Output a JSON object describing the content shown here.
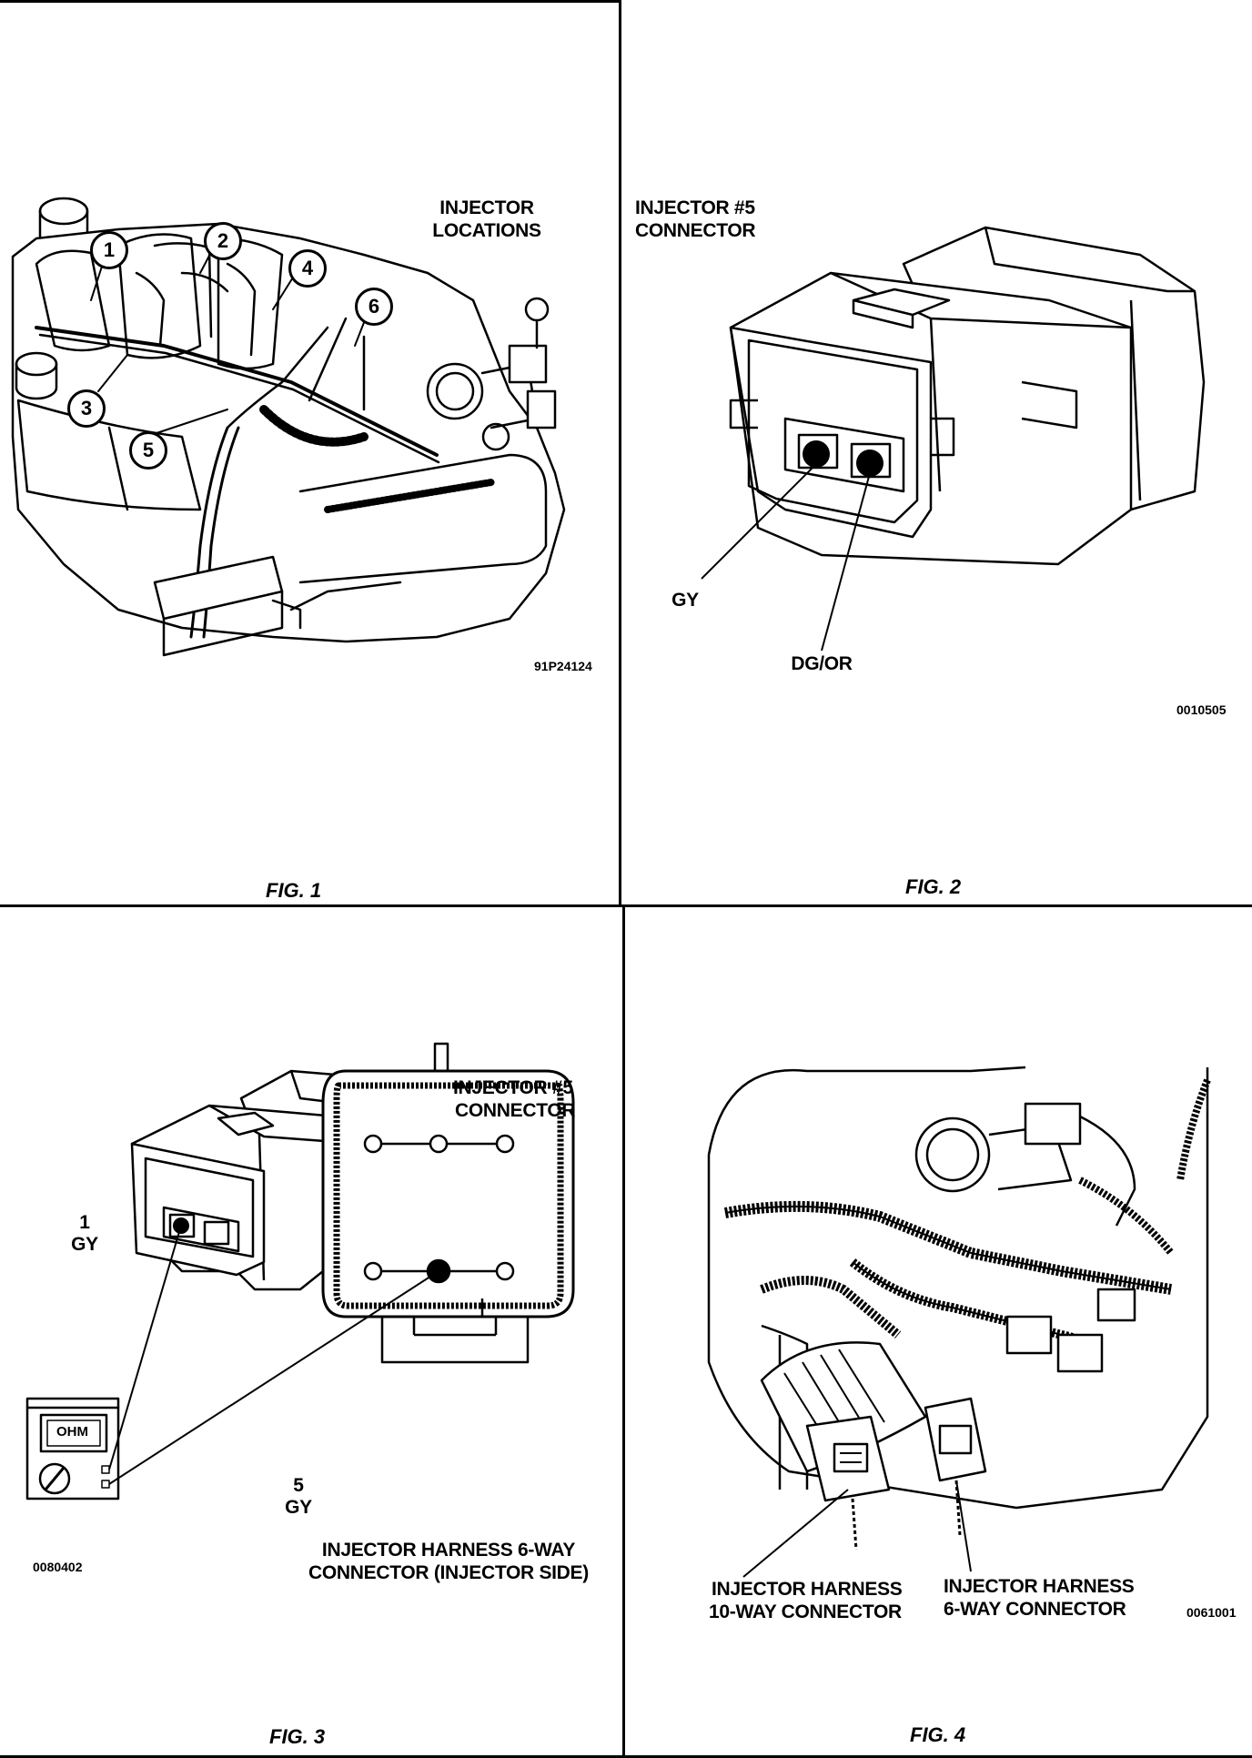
{
  "fig1": {
    "title_line1": "INJECTOR",
    "title_line2": "LOCATIONS",
    "callouts": [
      "1",
      "2",
      "3",
      "4",
      "5",
      "6"
    ],
    "code": "91P24124",
    "caption": "FIG. 1"
  },
  "fig2": {
    "title_line1": "INJECTOR #5",
    "title_line2": "CONNECTOR",
    "wire_left": "GY",
    "wire_right": "DG/OR",
    "code": "0010505",
    "caption": "FIG. 2"
  },
  "fig3": {
    "title_line1": "INJECTOR #5",
    "title_line2": "CONNECTOR",
    "pin1_number": "1",
    "pin1_color": "GY",
    "pin5_number": "5",
    "pin5_color": "GY",
    "meter_display": "OHM",
    "harness_line1": "INJECTOR HARNESS 6-WAY",
    "harness_line2": "CONNECTOR (INJECTOR SIDE)",
    "code": "0080402",
    "caption": "FIG. 3"
  },
  "fig4": {
    "left_line1": "INJECTOR HARNESS",
    "left_line2": "10-WAY CONNECTOR",
    "right_line1": "INJECTOR HARNESS",
    "right_line2": "6-WAY CONNECTOR",
    "code": "0061001",
    "caption": "FIG. 4"
  },
  "colors": {
    "ink": "#000000",
    "paper": "#ffffff"
  }
}
